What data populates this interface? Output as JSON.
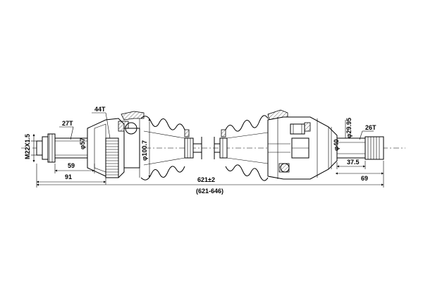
{
  "dimensions": {
    "thread": "M22X1.5",
    "left_spline": "27T",
    "boot_teeth": "44T",
    "dia_left": "φ57",
    "dia_joint": "φ100.7",
    "len_59": "59",
    "len_91": "91",
    "total_length": "621±2",
    "range": "(621-646)",
    "dia_right_shaft": "φ29.95",
    "dia_right": "φ40",
    "right_spline": "26T",
    "len_37_5": "37.5",
    "len_69": "69"
  }
}
